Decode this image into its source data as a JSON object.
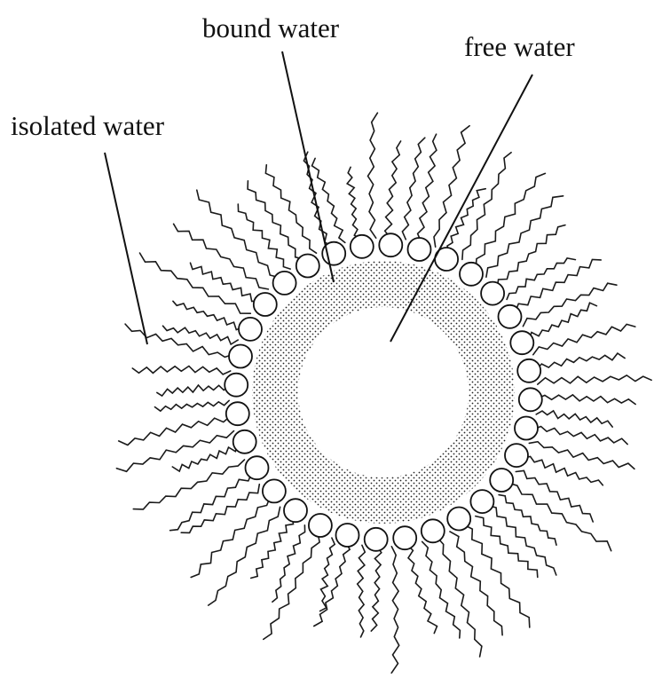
{
  "labels": {
    "bound_water": "bound water",
    "free_water": "free water",
    "isolated_water": "isolated water"
  },
  "colors": {
    "ink": "#111111",
    "background": "#ffffff"
  },
  "structure": {
    "head_count": 32,
    "tail_count": 64
  }
}
